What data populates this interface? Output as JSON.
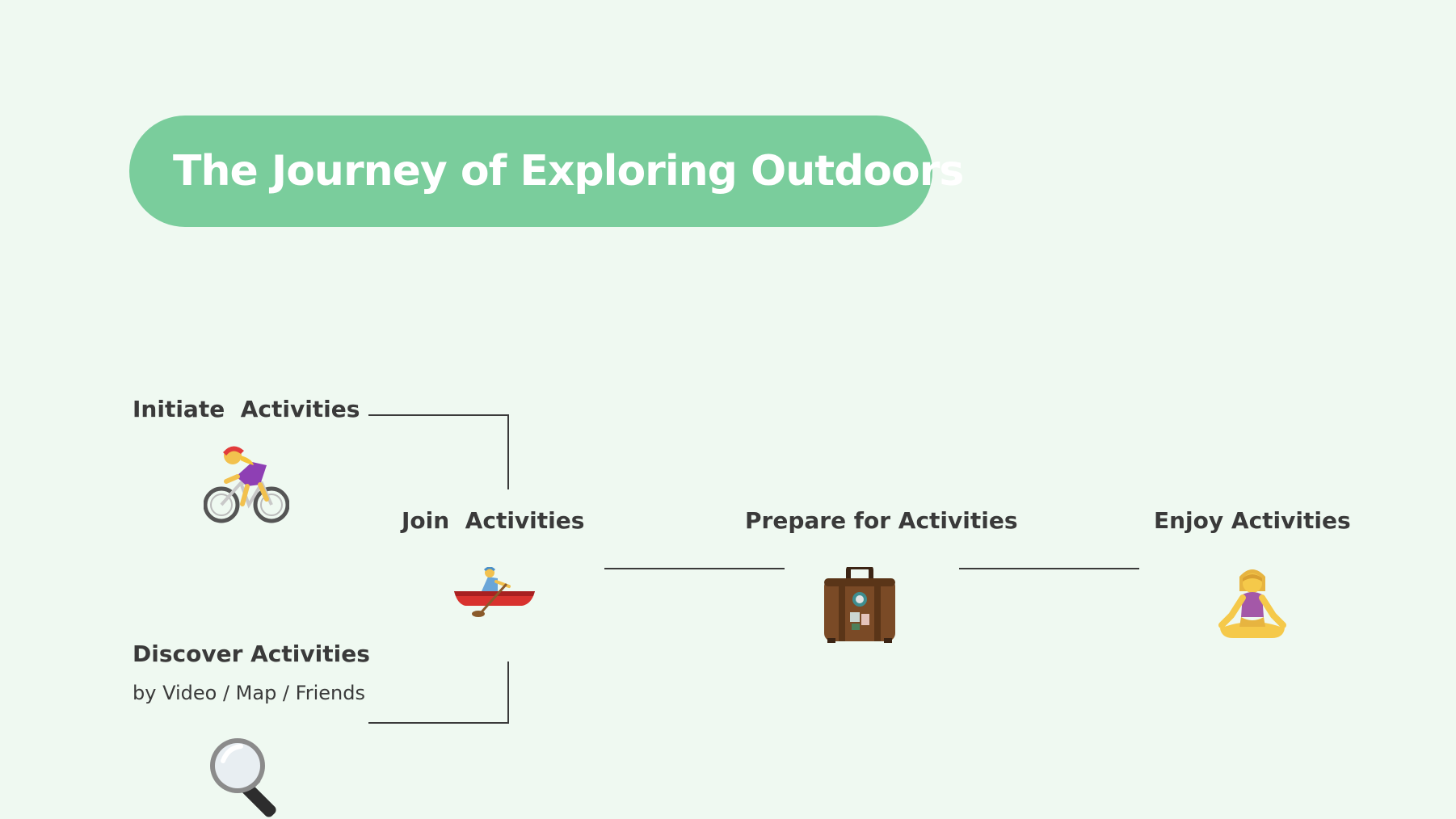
{
  "title": "The Journey of Exploring Outdoors",
  "nodes": {
    "initiate": {
      "label": "Initiate  Activities",
      "icon": "cyclist-icon"
    },
    "discover": {
      "label": "Discover Activities",
      "subtitle": "by Video / Map / Friends",
      "icon": "magnifying-glass-icon"
    },
    "join": {
      "label": "Join  Activities",
      "icon": "rowboat-icon"
    },
    "prepare": {
      "label": "Prepare for Activities",
      "icon": "suitcase-icon"
    },
    "enjoy": {
      "label": "Enjoy Activities",
      "icon": "yoga-person-icon"
    }
  },
  "colors": {
    "background": "#eff9f1",
    "title_pill": "#7acd9c",
    "title_text": "#ffffff",
    "text": "#3a3a3a",
    "connector": "#3a3a3a"
  }
}
